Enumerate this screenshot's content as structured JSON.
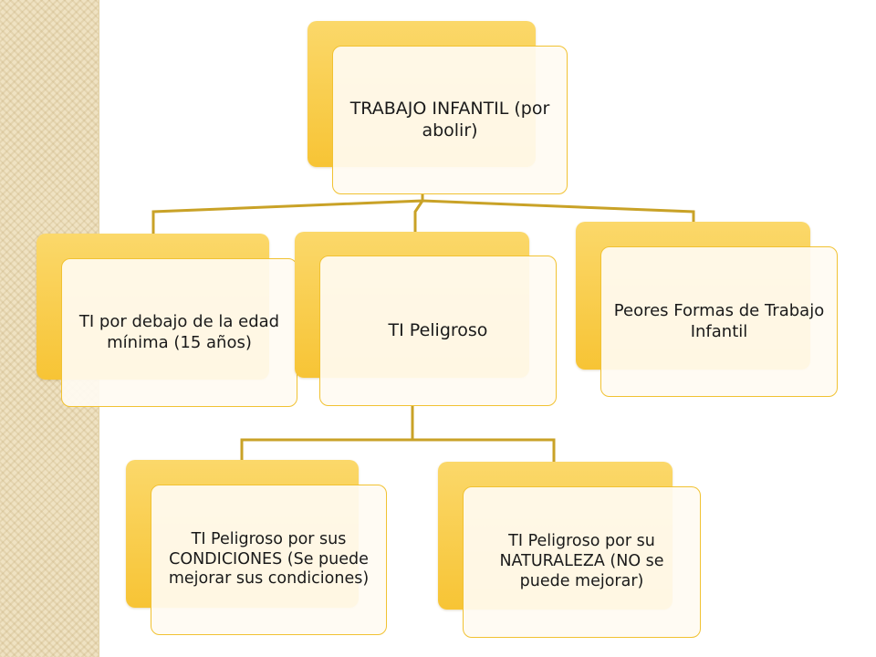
{
  "colors": {
    "accent": "#f7c435",
    "border": "#f1c232",
    "connector": "#c9a227",
    "panel": "#fffbf2",
    "stripe": "#efe2c2"
  },
  "nodes": {
    "root": "TRABAJO INFANTIL (por abolir)",
    "min_age": "TI por debajo de la edad mínima (15 años)",
    "hazardous": "TI Peligroso",
    "worst_forms": "Peores Formas de Trabajo Infantil",
    "conditions": "TI Peligroso por sus CONDICIONES (Se puede mejorar sus condiciones)",
    "nature": "TI Peligroso por su NATURALEZA (NO se puede mejorar)"
  }
}
